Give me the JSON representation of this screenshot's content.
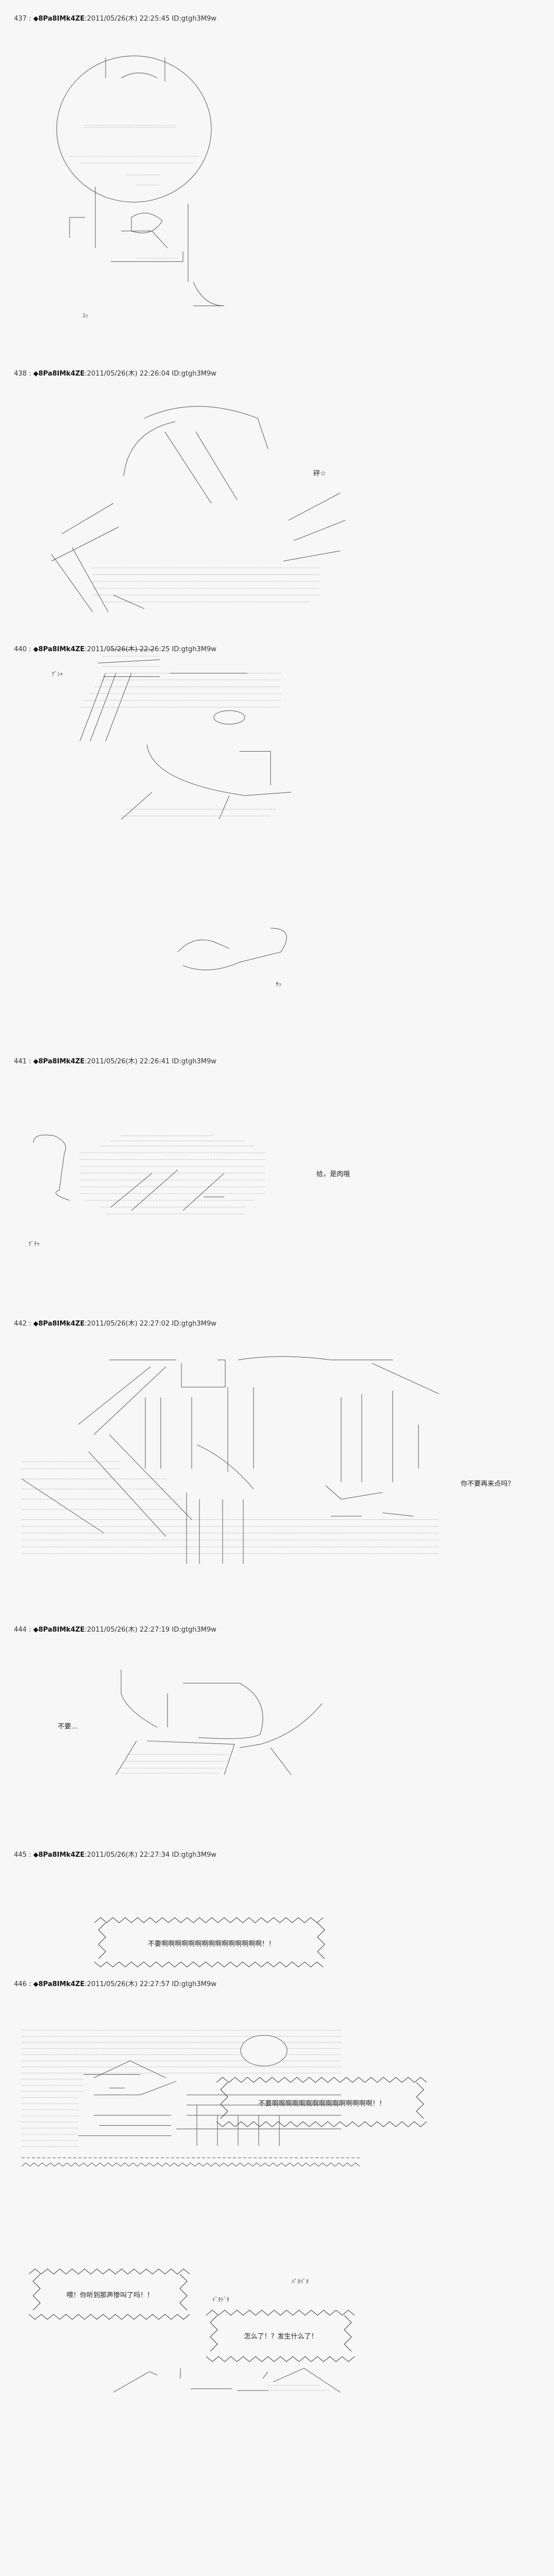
{
  "posts": [
    {
      "no": "437",
      "sep": " : ",
      "trip": "◆8Pa8IMk4ZE",
      "meta": ":2011/05/26(木) 22:25:45 ID:gtgh3M9w",
      "texts": {
        "sfx1": "ｽｯ"
      }
    },
    {
      "no": "438",
      "sep": " : ",
      "trip": "◆8Pa8IMk4ZE",
      "meta": ":2011/05/26(木) 22:26:04 ID:gtgh3M9w",
      "texts": {
        "say1": "砰☆",
        "sfx1": "ｸﾞｼｬ"
      }
    },
    {
      "no": "440",
      "sep": " : ",
      "trip": "◆8Pa8IMk4ZE",
      "meta": ":2011/05/26(木) 22:26:25 ID:gtgh3M9w",
      "texts": {
        "sfx1": "ｻｯ"
      }
    },
    {
      "no": "441",
      "sep": " : ",
      "trip": "◆8Pa8IMk4ZE",
      "meta": ":2011/05/26(木) 22:26:41 ID:gtgh3M9w",
      "texts": {
        "say1": "给，是肉哦",
        "sfx1": "ｸﾞﾁｬ"
      }
    },
    {
      "no": "442",
      "sep": " : ",
      "trip": "◆8Pa8IMk4ZE",
      "meta": ":2011/05/26(木) 22:27:02 ID:gtgh3M9w",
      "texts": {
        "say1": "你不要再来点吗？"
      }
    },
    {
      "no": "444",
      "sep": " : ",
      "trip": "◆8Pa8IMk4ZE",
      "meta": ":2011/05/26(木) 22:27:19 ID:gtgh3M9w",
      "texts": {
        "say1": "不要…"
      }
    },
    {
      "no": "445",
      "sep": " : ",
      "trip": "◆8Pa8IMk4ZE",
      "meta": ":2011/05/26(木) 22:27:34 ID:gtgh3M9w",
      "texts": {
        "shout": "不要啊啊啊啊啊啊啊啊啊啊啊啊啊啊啊！！"
      }
    },
    {
      "no": "446",
      "sep": " : ",
      "trip": "◆8Pa8IMk4ZE",
      "meta": ":2011/05/26(木) 22:27:57 ID:gtgh3M9w",
      "texts": {
        "shout": "不要啊啊啊啊啊啊啊啊啊啊啊啊啊啊啊！！",
        "bubble1": "喂！你听到那声惨叫了吗！！",
        "sfx1": "ﾊﾟﾀﾊﾟﾀ",
        "sfx2": "ﾄﾞﾀﾄﾞﾀ",
        "bubble2": "怎么了！？发生什么了！"
      }
    }
  ]
}
